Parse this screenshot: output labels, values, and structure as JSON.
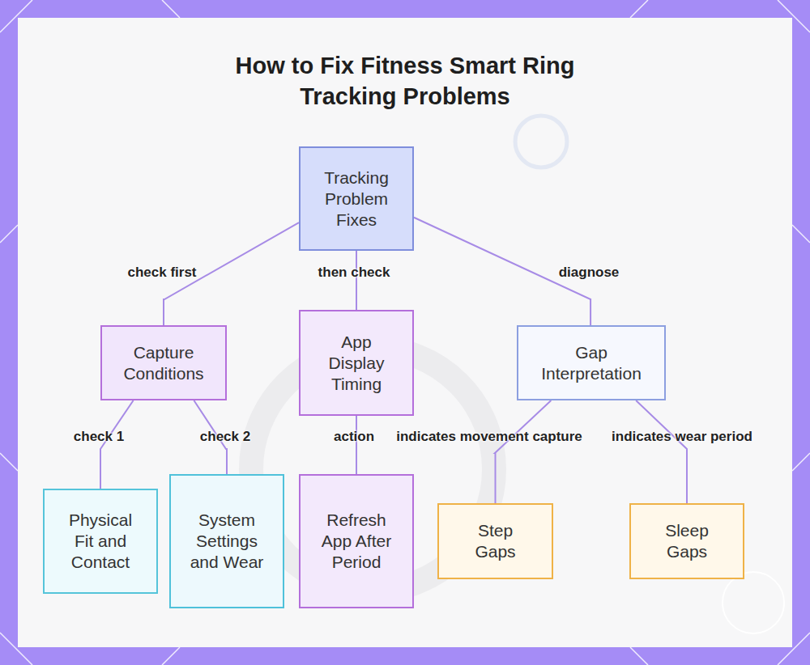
{
  "diagram": {
    "title": "How to Fix Fitness Smart Ring Tracking Problems",
    "nodes": [
      {
        "text": [
          "Tracking Problem Fixes"
        ]
      },
      {
        "text": [
          "Capture Conditions"
        ]
      },
      {
        "text": [
          "App Display Timing"
        ]
      },
      {
        "text": [
          "Gap Interpretation"
        ]
      },
      {
        "text": [
          "Physical Fit and Contact"
        ]
      },
      {
        "text": [
          "System Settings and Wear"
        ]
      },
      {
        "text": [
          "Refresh App After Period"
        ]
      },
      {
        "text": [
          "Step Gaps"
        ]
      },
      {
        "text": [
          "Sleep Gaps"
        ]
      }
    ],
    "edges": [
      {
        "from": 0,
        "to": 1,
        "label": "check first",
        "arrow": "none"
      },
      {
        "from": 0,
        "to": 2,
        "label": "then check",
        "arrow": "none"
      },
      {
        "from": 0,
        "to": 3,
        "label": "diagnose",
        "arrow": "none"
      },
      {
        "from": 1,
        "to": 4,
        "label": "check 1",
        "arrow": "none"
      },
      {
        "from": 1,
        "to": 5,
        "label": "check 2",
        "arrow": "none"
      },
      {
        "from": 2,
        "to": 6,
        "label": "action",
        "arrow": "none"
      },
      {
        "from": 3,
        "to": 7,
        "label": "indicates movement capture",
        "arrow": "none"
      },
      {
        "from": 3,
        "to": 8,
        "label": "indicates wear period",
        "arrow": "none"
      }
    ]
  }
}
